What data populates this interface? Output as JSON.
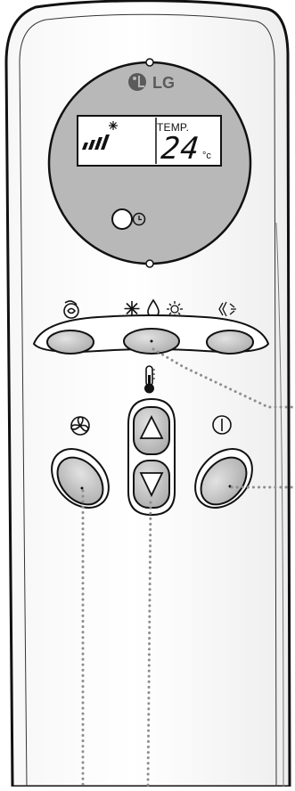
{
  "brand": {
    "name": "LG"
  },
  "display": {
    "mode_label": "TEMP.",
    "temperature": "24",
    "unit": "°c"
  },
  "icons": {
    "top_row": [
      "swirl-icon",
      "snowflake-icon",
      "droplet-icon",
      "sun-icon",
      "swing-icon"
    ],
    "left_button": "fan-icon",
    "center_control": "thermometer-icon",
    "power": "power-icon",
    "timer": "clock-icon",
    "arrows": [
      "up-arrow-icon",
      "down-arrow-icon"
    ]
  },
  "colors": {
    "body": "#ffffff",
    "outline": "#111111",
    "display_panel": "#b8b8b8",
    "button_fill": "#bdbdbd",
    "dotted_lines": "#8e8e8e"
  }
}
